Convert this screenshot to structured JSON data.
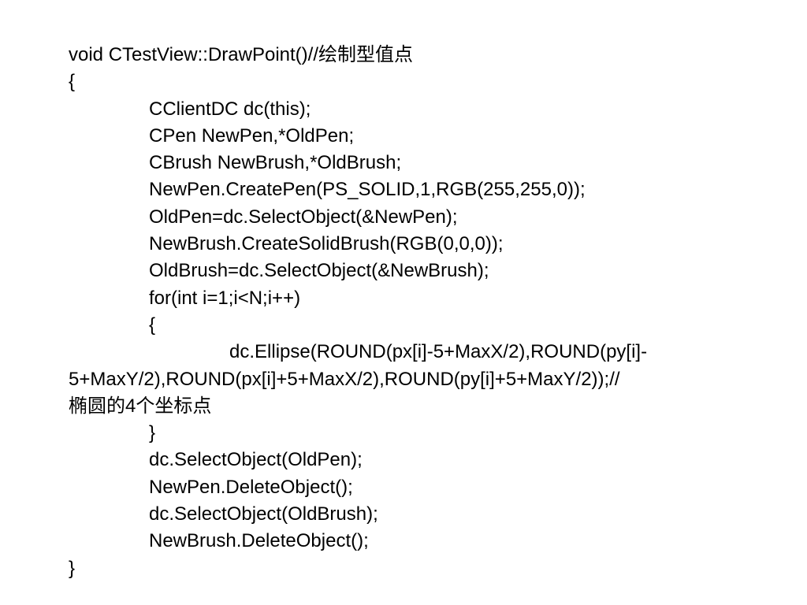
{
  "code": {
    "l1": "void CTestView::DrawPoint()//绘制型值点",
    "l2": "{",
    "l3": "CClientDC dc(this);",
    "l4": "CPen NewPen,*OldPen;",
    "l5": "CBrush NewBrush,*OldBrush;",
    "l6": "NewPen.CreatePen(PS_SOLID,1,RGB(255,255,0));",
    "l7": "OldPen=dc.SelectObject(&NewPen);",
    "l8": "NewBrush.CreateSolidBrush(RGB(0,0,0));",
    "l9": "OldBrush=dc.SelectObject(&NewBrush);",
    "l10": "for(int i=1;i<N;i++)",
    "l11": "{",
    "l12": "dc.Ellipse(ROUND(px[i]-5+MaxX/2),ROUND(py[i]-",
    "l13": "5+MaxY/2),ROUND(px[i]+5+MaxX/2),ROUND(py[i]+5+MaxY/2));//",
    "l14": "椭圆的4个坐标点",
    "l15": "}",
    "l16": "dc.SelectObject(OldPen);",
    "l17": "NewPen.DeleteObject();",
    "l18": "dc.SelectObject(OldBrush);",
    "l19": "NewBrush.DeleteObject();",
    "l20": "}"
  }
}
